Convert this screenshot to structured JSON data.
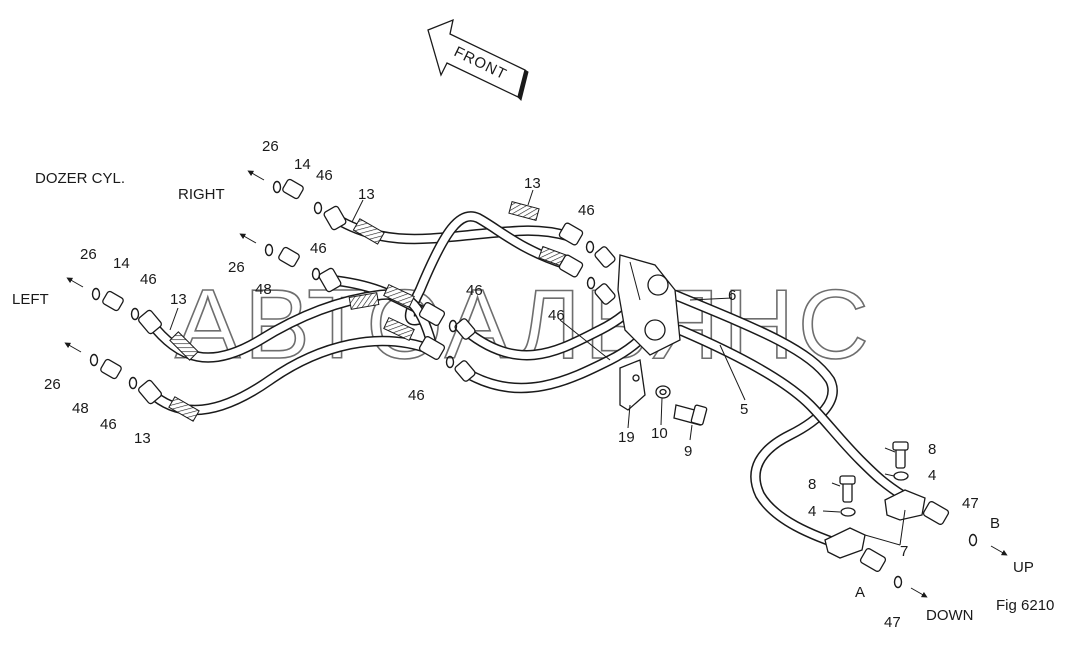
{
  "diagram": {
    "front_label": "FRONT",
    "figure_label": "Fig 6210",
    "watermark": "АВТОАЛЬЯНС",
    "group_labels": {
      "dozer_cyl": "DOZER CYL.",
      "right": "RIGHT",
      "left": "LEFT",
      "port_a": "A",
      "port_b": "B",
      "up": "UP",
      "down": "DOWN"
    },
    "callouts": {
      "c26a": "26",
      "c14a": "14",
      "c46a": "46",
      "c13a": "13",
      "c46b": "46",
      "c26b": "26",
      "c48a": "48",
      "c26c": "26",
      "c14b": "14",
      "c46c": "46",
      "c13b": "13",
      "c26d": "26",
      "c48b": "48",
      "c46d": "46",
      "c13c": "13",
      "c13d": "13",
      "c46e": "46",
      "c46f": "46",
      "c46g": "46",
      "c46h": "46",
      "c6": "6",
      "c5": "5",
      "c19": "19",
      "c10": "10",
      "c9": "9",
      "c8a": "8",
      "c4a": "4",
      "c8b": "8",
      "c4b": "4",
      "c7": "7",
      "c47a": "47",
      "c47b": "47"
    }
  }
}
